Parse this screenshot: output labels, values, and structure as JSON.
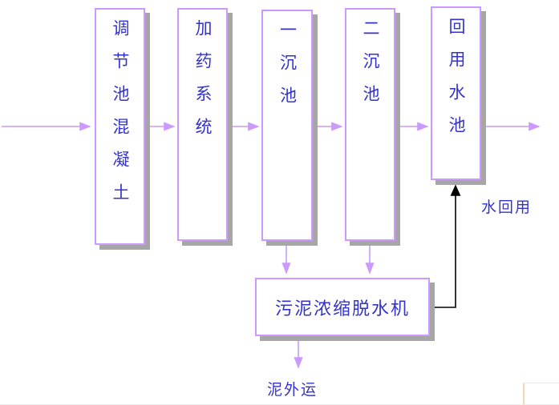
{
  "diagram": {
    "boxes": [
      {
        "id": "regulating-tank",
        "label": "调节池混凝土"
      },
      {
        "id": "dosing-system",
        "label": "加药系统"
      },
      {
        "id": "primary-sedimentation-tank",
        "label": "一沉池"
      },
      {
        "id": "secondary-sedimentation-tank",
        "label": "二沉池"
      },
      {
        "id": "reuse-water-tank",
        "label": "回用水池"
      },
      {
        "id": "sludge-dewatering-machine",
        "label": "污泥浓缩脱水机"
      }
    ],
    "annotations": {
      "water_reuse": "水回用",
      "sludge_out": "泥外运"
    },
    "colors": {
      "box_border": "#cc99ff",
      "flow_arrow": "#cc99ff",
      "return_arrow": "#000000",
      "label_text": "#3333cc",
      "shadow": "#a6a6a6",
      "background": "#ffffff"
    }
  }
}
